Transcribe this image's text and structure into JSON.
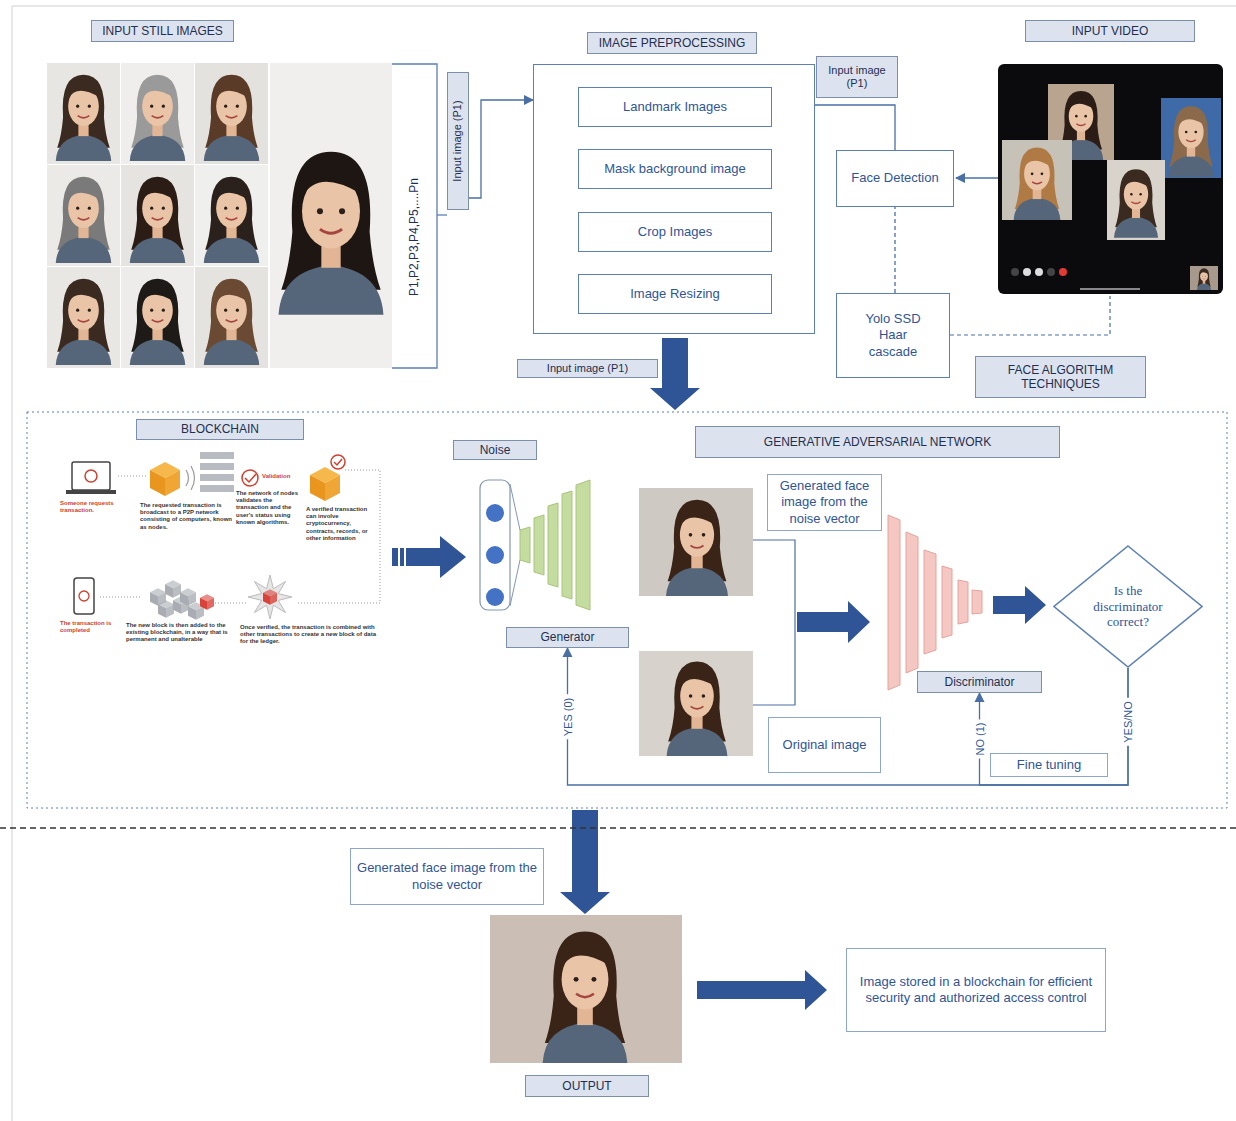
{
  "diagram": {
    "nodes": [
      {
        "text": [
          "INPUT STILL IMAGES"
        ]
      },
      {
        "text": [
          "Input image (P1)"
        ]
      },
      {
        "text": [
          "IMAGE PREPROCESSING"
        ]
      },
      {
        "text": [
          "Landmark Images"
        ],
        "in": 2
      },
      {
        "text": [
          "Mask background image"
        ],
        "in": 2
      },
      {
        "text": [
          "Crop Images"
        ],
        "in": 2
      },
      {
        "text": [
          "Image Resizing"
        ],
        "in": 2
      },
      {
        "text": [
          "Input image (P1)"
        ]
      },
      {
        "text": [
          "INPUT VIDEO"
        ]
      },
      {
        "text": [
          "Face Detection"
        ]
      },
      {
        "text": [
          "Yolo SSD Haar cascade"
        ]
      },
      {
        "text": [
          "FACE ALGORITHM TECHNIQUES"
        ]
      },
      {
        "text": [
          "Input image (P1)"
        ]
      },
      {
        "text": [
          "BLOCKCHAIN"
        ]
      },
      {
        "text": [
          "Noise"
        ]
      },
      {
        "text": [
          "GENERATIVE ADVERSARIAL NETWORK"
        ]
      },
      {
        "text": [
          "Generated face image from the noise vector"
        ]
      },
      {
        "text": [
          "Generator"
        ]
      },
      {
        "text": [
          "Discriminator"
        ]
      },
      {
        "text": [
          "Original image"
        ]
      },
      {
        "text": [
          "Is the discriminator correct?"
        ]
      },
      {
        "text": [
          "Fine tuning"
        ]
      },
      {
        "text": [
          "Generated face image from the noise vector"
        ]
      },
      {
        "text": [
          "OUTPUT"
        ]
      },
      {
        "text": [
          "Image stored in a blockchain for efficient security and authorized access control"
        ]
      }
    ],
    "edges": [
      {
        "from": 1,
        "to": 2,
        "arrow": "to"
      },
      {
        "from": 9,
        "to": 2,
        "arrow": "none"
      },
      {
        "from": 10,
        "to": 9,
        "arrow": "none"
      },
      {
        "from": 20,
        "to": 17,
        "label": "YES (0)",
        "arrow": "to"
      },
      {
        "from": 20,
        "to": 18,
        "label": "NO (1)",
        "arrow": "to"
      }
    ],
    "labels": [
      "P1,P2,P3,P4,P5,....Pn",
      "YES/NO",
      "Someone requests transaction.",
      "The requested transaction is broadcast to a P2P network consisting of computers, known as nodes.",
      "Validation",
      "The network of nodes validates the transaction and the user's status using known algorithms.",
      "A verified transaction can involve cryptocurrency, contracts, records, or other information",
      "The transaction is completed",
      "The new block is then added to the existing blockchain, in a way that is permanent and unalterable",
      "Once verified, the transaction is combined with other transactions to create a new block of data for the ledger."
    ]
  }
}
